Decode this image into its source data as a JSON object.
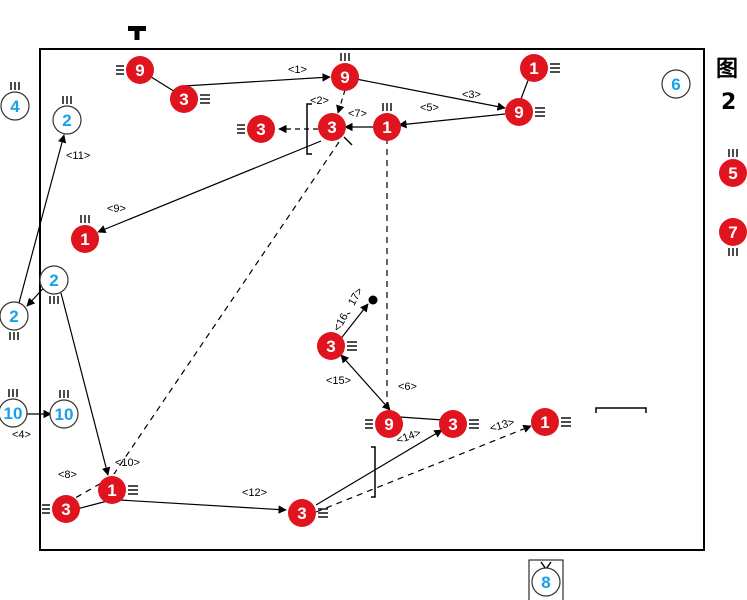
{
  "figure_label": {
    "char": "图",
    "number": "2"
  },
  "colors": {
    "red": "#e0141e",
    "blue": "#1aa0e6",
    "line": "#000000"
  },
  "players": [
    {
      "id": "p-red-9-a",
      "num": "9",
      "team": "red"
    },
    {
      "id": "p-red-3-a",
      "num": "3",
      "team": "red"
    },
    {
      "id": "p-red-9-b",
      "num": "9",
      "team": "red"
    },
    {
      "id": "p-red-1-a",
      "num": "1",
      "team": "red"
    },
    {
      "id": "p-red-9-c",
      "num": "9",
      "team": "red"
    },
    {
      "id": "p-red-3-b",
      "num": "3",
      "team": "red"
    },
    {
      "id": "p-red-3-c",
      "num": "3",
      "team": "red"
    },
    {
      "id": "p-red-1-b",
      "num": "1",
      "team": "red"
    },
    {
      "id": "p-red-1-c",
      "num": "1",
      "team": "red"
    },
    {
      "id": "p-red-3-d",
      "num": "3",
      "team": "red"
    },
    {
      "id": "p-red-9-d",
      "num": "9",
      "team": "red"
    },
    {
      "id": "p-red-3-e",
      "num": "3",
      "team": "red"
    },
    {
      "id": "p-red-1-d",
      "num": "1",
      "team": "red"
    },
    {
      "id": "p-red-1-e",
      "num": "1",
      "team": "red"
    },
    {
      "id": "p-red-3-f",
      "num": "3",
      "team": "red"
    },
    {
      "id": "p-red-3-g",
      "num": "3",
      "team": "red"
    },
    {
      "id": "p-red-5",
      "num": "5",
      "team": "red"
    },
    {
      "id": "p-red-7",
      "num": "7",
      "team": "red"
    },
    {
      "id": "p-blue-4",
      "num": "4",
      "team": "blue"
    },
    {
      "id": "p-blue-2-a",
      "num": "2",
      "team": "blue"
    },
    {
      "id": "p-blue-6",
      "num": "6",
      "team": "blue"
    },
    {
      "id": "p-blue-2-b",
      "num": "2",
      "team": "blue"
    },
    {
      "id": "p-blue-2-c",
      "num": "2",
      "team": "blue"
    },
    {
      "id": "p-blue-10-a",
      "num": "10",
      "team": "blue"
    },
    {
      "id": "p-blue-10-b",
      "num": "10",
      "team": "blue"
    },
    {
      "id": "p-blue-8",
      "num": "8",
      "team": "blue"
    }
  ],
  "labels": [
    "<1>",
    "<2>",
    "<3>",
    "<5>",
    "<7>",
    "<11>",
    "<9>",
    "<16、17>",
    "<15>",
    "<6>",
    "<14>",
    "<13>",
    "<4>",
    "<8>",
    "<10>",
    "<12>"
  ]
}
